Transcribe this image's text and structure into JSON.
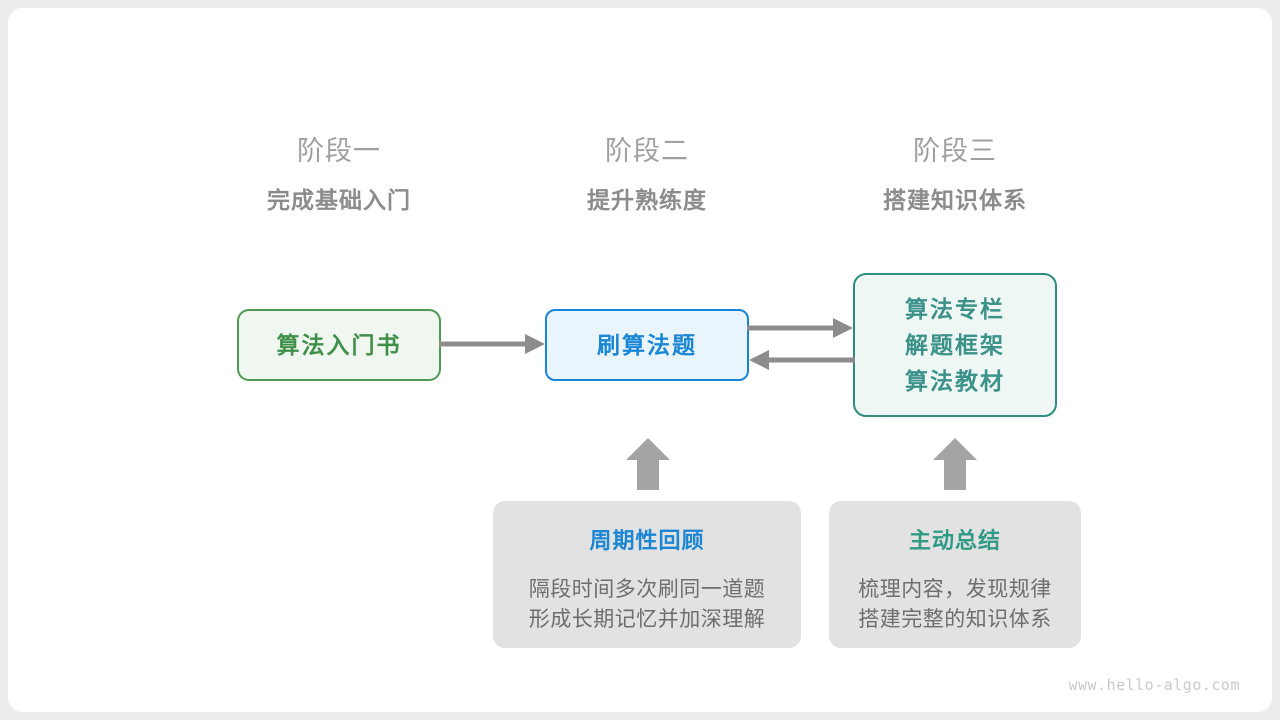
{
  "diagram": {
    "watermark": "www.hello-algo.com",
    "colors": {
      "stage_number": "#a0a0a0",
      "stage_title": "#8c8c8c",
      "green": "#40904a",
      "green_border": "#4f9a52",
      "green_fill": "#f0f7f0",
      "blue": "#1a86d4",
      "blue_border": "#1786d6",
      "blue_fill": "#e9f4fc",
      "teal": "#3b9289",
      "teal_border": "#2f8d80",
      "teal_fill": "#eff7f5",
      "gray_card": "#e2e2e2",
      "gray_text": "#6e6e6e",
      "arrow": "#8c8c8c",
      "watermark": "#c9c9c9"
    },
    "stages": [
      {
        "number": "阶段一",
        "title": "完成基础入门"
      },
      {
        "number": "阶段二",
        "title": "提升熟练度"
      },
      {
        "number": "阶段三",
        "title": "搭建知识体系"
      }
    ],
    "nodes": {
      "book": {
        "lines": [
          "算法入门书"
        ]
      },
      "problems": {
        "lines": [
          "刷算法题"
        ]
      },
      "resources": {
        "lines": [
          "算法专栏",
          "解题框架",
          "算法教材"
        ]
      }
    },
    "tips": [
      {
        "title": "周期性回顾",
        "body": [
          "隔段时间多次刷同一道题",
          "形成长期记忆并加深理解"
        ]
      },
      {
        "title": "主动总结",
        "body": [
          "梳理内容，发现规律",
          "搭建完整的知识体系"
        ]
      }
    ],
    "arrows": [
      {
        "name": "book-to-problems",
        "direction": "right"
      },
      {
        "name": "problems-to-resources",
        "direction": "right"
      },
      {
        "name": "resources-to-problems",
        "direction": "left"
      },
      {
        "name": "review-up",
        "direction": "up"
      },
      {
        "name": "summary-up",
        "direction": "up"
      }
    ]
  }
}
